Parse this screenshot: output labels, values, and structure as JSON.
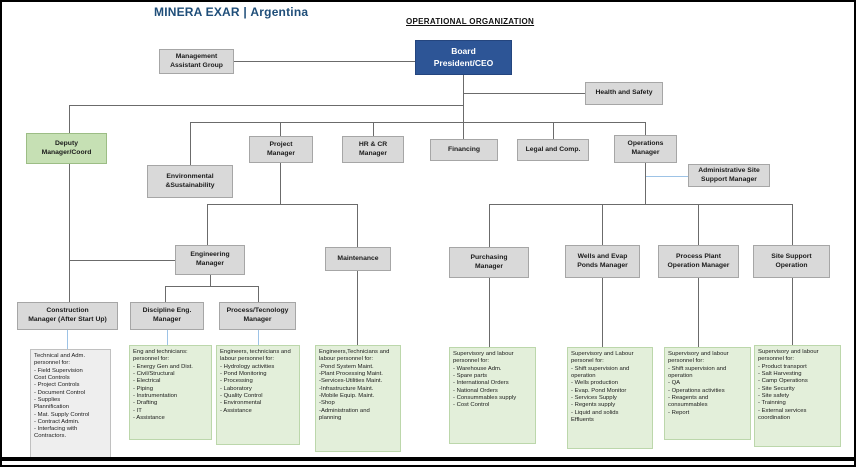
{
  "header": {
    "company": "MINERA EXAR",
    "separator": "|",
    "region": "Argentina",
    "chart_title": "OPERATIONAL ORGANIZATION"
  },
  "colors": {
    "board_blue": "#2d5596",
    "box_gray": "#d9d9d9",
    "highlight_green": "#c6e0b4",
    "detail_green": "#e3efda",
    "line_gray": "#6b6b6b",
    "title_blue": "#1f4e79"
  },
  "boxes": {
    "management_assistant": [
      "Management",
      "Assistant Group"
    ],
    "board": [
      "Board",
      "President/CEO"
    ],
    "health_safety": [
      "Health and Safety"
    ],
    "deputy": [
      "Deputy",
      "Manager/Coord"
    ],
    "environmental": [
      "Environmental",
      "&Sustainability"
    ],
    "project": [
      "Project",
      "Manager"
    ],
    "hr_cr": [
      "HR & CR",
      "Manager"
    ],
    "financing": [
      "Financing"
    ],
    "legal": [
      "Legal and Comp."
    ],
    "operations": [
      "Operations",
      "Manager"
    ],
    "admin_site": [
      "Administrative Site",
      "Support Manager"
    ],
    "engineering": [
      "Engineering",
      "Manager"
    ],
    "maintenance": [
      "Maintenance"
    ],
    "purchasing": [
      "Purchasing",
      "Manager"
    ],
    "wells": [
      "Wells and Evap",
      "Ponds  Manager"
    ],
    "process_plant": [
      "Process Plant",
      "Operation Manager"
    ],
    "site_support": [
      "Site Support",
      "Operation"
    ],
    "construction": [
      "Construction",
      "Manager (After Start Up)"
    ],
    "discipline": [
      "Discipline Eng.",
      "Manager"
    ],
    "process_tecnology": [
      "Process/Tecnology",
      "Manager"
    ]
  },
  "details": {
    "construction": [
      "Technical and Adm.",
      "personnel for:",
      "- Field Supervision",
      "Cost Controls",
      "- Project Controls",
      "- Document Control",
      "- Supplies",
      "Plannification",
      "- Mat. Supply Control",
      "- Contract Admin.",
      "- Interfacing with",
      "Contractors."
    ],
    "engineering": [
      "Eng and technicians:",
      "personnel for:",
      "- Energy Gen and Dist.",
      "- Civil/Structural",
      "- Electrical",
      "- Piping",
      "- Instrumentation",
      "- Drafting",
      "- IT",
      "- Assistance"
    ],
    "process_tecnology": [
      "Engineers, technicians and",
      "labour personnel for:",
      "- Hydrology activities",
      "- Pond Monitoring",
      "- Processing",
      "- Laboratory",
      "- Quality Control",
      "- Environmental",
      "- Assistance"
    ],
    "maintenance": [
      "Engineers,Technicians and",
      "labour personnel for:",
      "-Pond System Maint.",
      "-Plant Processing Maint.",
      "-Services-Utilities Maint.",
      "-Infrastructure Maint.",
      "-Mobile Equip. Maint.",
      "-Shop",
      "-Administration and",
      "planning"
    ],
    "purchasing": [
      "Supervisory and labour",
      "personnel for:",
      "- Warehouse Adm.",
      "- Spare parts",
      "- International Orders",
      "- National Orders",
      "- Consummables supply",
      "- Cost Control"
    ],
    "wells": [
      "Supervisory and Labour",
      "personel for:",
      "- Shift supervision and",
      "operation",
      "- Wells production",
      "- Evap. Pond Monitor",
      "- Services Supply",
      "- Regents supply",
      "- Liquid and solids",
      "Effluents"
    ],
    "process_plant": [
      "Supervisory and labour",
      "personnel for:",
      "- Shift supervision and",
      "operation",
      "- QA",
      "- Operations activities",
      "- Reagents and",
      "consummables",
      "- Report"
    ],
    "site_support": [
      "Supervisory and labour",
      "personnel for:",
      "- Product transport",
      "- Salt Harvesting",
      "- Camp Operations",
      "- Site Security",
      "- Site safety",
      "- Trainning",
      "- External services",
      "coordination"
    ]
  }
}
